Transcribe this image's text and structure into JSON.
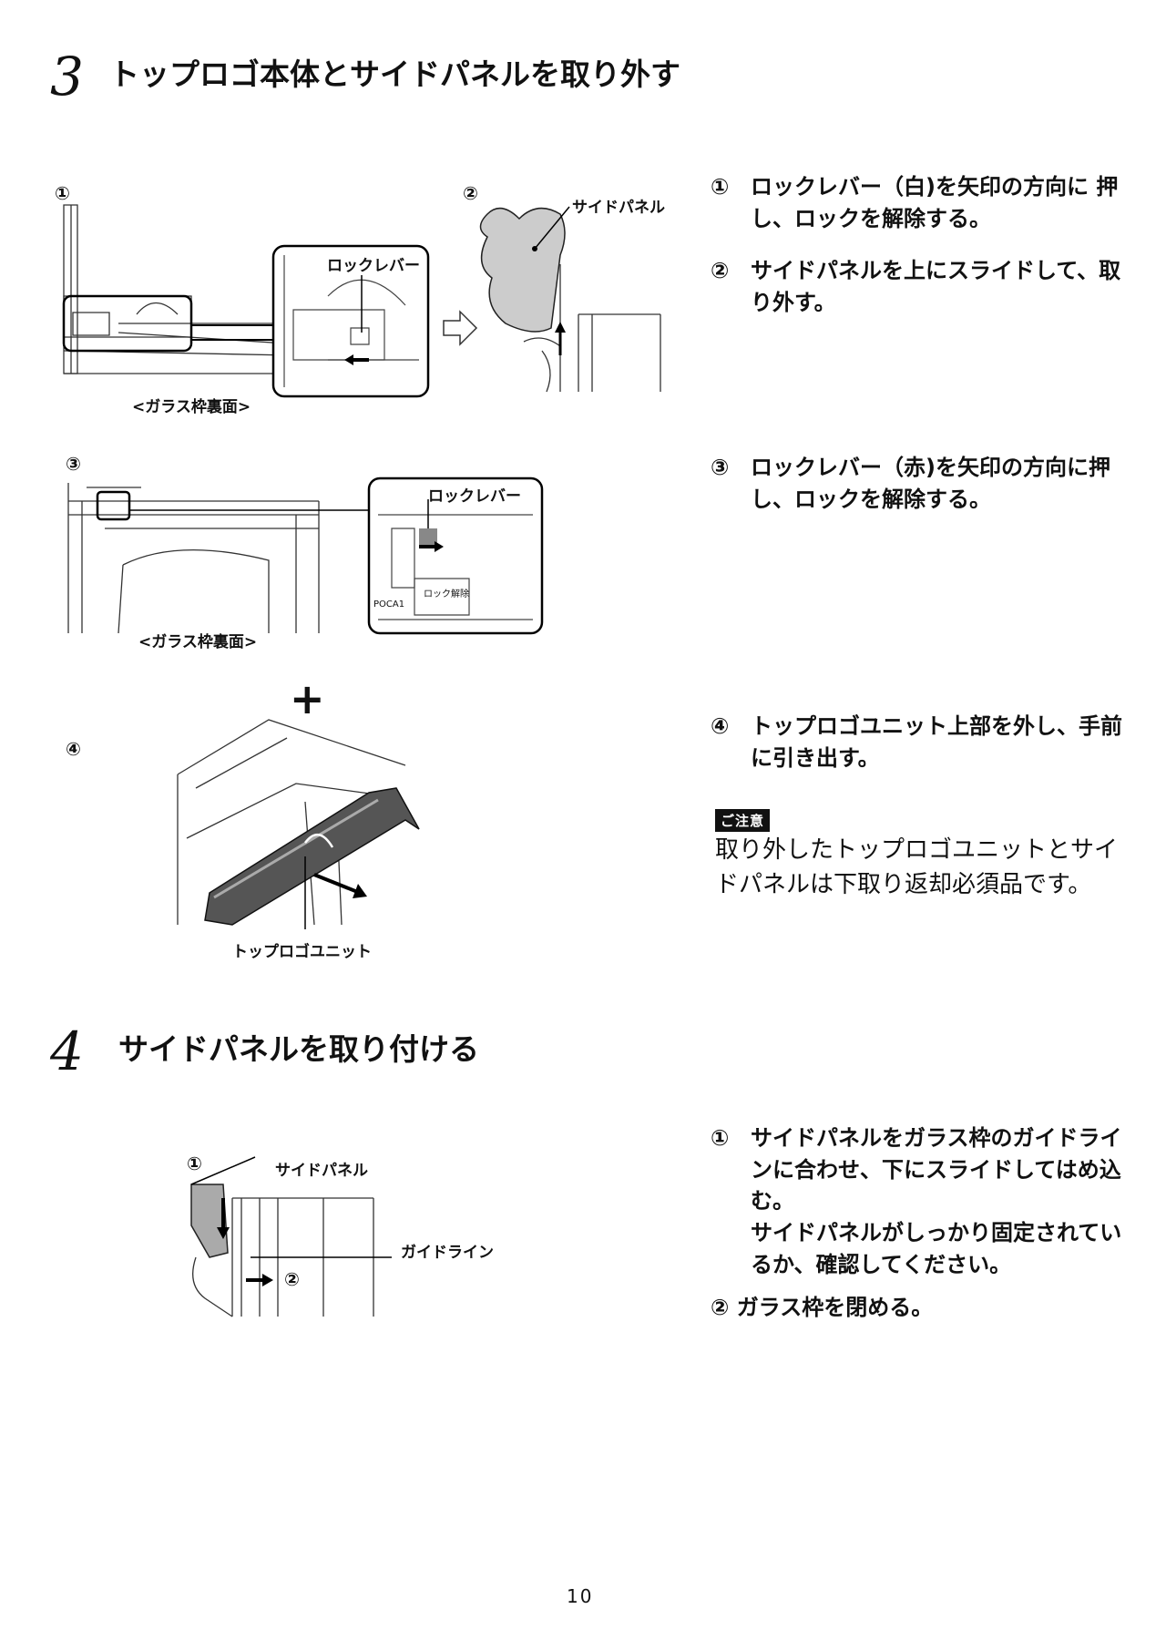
{
  "section3": {
    "number": "3",
    "title": "トップロゴ本体とサイドパネルを取り外す",
    "fig1": {
      "marker": "①",
      "callout": "ロックレバー",
      "caption": "<ガラス枠裏面>"
    },
    "fig2": {
      "marker": "②",
      "callout": "サイドパネル"
    },
    "fig3": {
      "marker": "③",
      "callout": "ロックレバー",
      "caption": "<ガラス枠裏面>",
      "small_label_1": "POCA1",
      "small_label_2": "ロック解除"
    },
    "plus": "+",
    "fig4": {
      "marker": "④",
      "callout": "トップロゴユニット"
    },
    "steps": [
      {
        "num": "①",
        "text": "ロックレバー（白)を矢印の方向に 押し、ロックを解除する。"
      },
      {
        "num": "②",
        "text": "サイドパネルを上にスライドして、取り外す。"
      },
      {
        "num": "③",
        "text": "ロックレバー（赤)を矢印の方向に押し、ロックを解除する。"
      },
      {
        "num": "④",
        "text": "トップロゴユニット上部を外し、手前に引き出す。"
      }
    ],
    "note": {
      "tag": "ご注意",
      "text": "取り外したトップロゴユニットとサイドパネルは下取り返却必須品です。"
    }
  },
  "section4": {
    "number": "4",
    "title": "サイドパネルを取り付ける",
    "fig": {
      "marker1": "①",
      "marker2": "②",
      "callout_panel": "サイドパネル",
      "callout_guide": "ガイドライン"
    },
    "steps": [
      {
        "num": "①",
        "text": "サイドパネルをガラス枠のガイドラインに合わせ、下にスライドしてはめ込む。",
        "text2": "サイドパネルがしっかり固定されているか、確認してください。"
      },
      {
        "num": "②",
        "text": "ガラス枠を閉める。"
      }
    ]
  },
  "page_number": "10"
}
